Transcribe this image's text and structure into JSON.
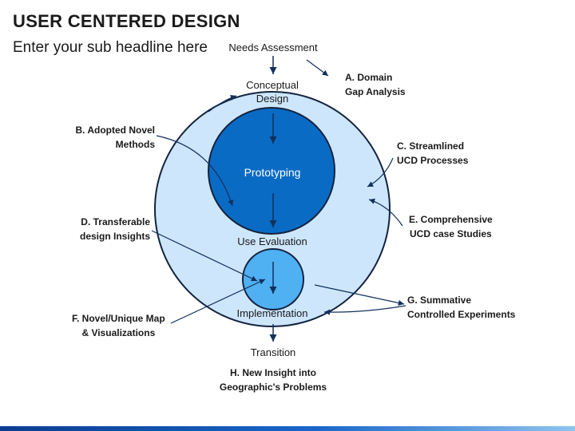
{
  "header": {
    "title": "USER CENTERED DESIGN",
    "subtitle": "Enter your sub headline here"
  },
  "colors": {
    "outer_circle": "#cde6fb",
    "middle_circle": "#0a6bc4",
    "inner_circle": "#4fb0f2",
    "outline": "#14233f",
    "arrow": "#13305c"
  },
  "stages": {
    "needs_assessment": "Needs Assessment",
    "conceptual_design": [
      "Conceptual",
      "Design"
    ],
    "prototyping": "Prototyping",
    "use_evaluation": "Use Evaluation",
    "implementation": "Implementation",
    "transition": "Transition"
  },
  "items": {
    "a": [
      "A. Domain",
      "Gap Analysis"
    ],
    "b": [
      "B. Adopted Novel",
      "Methods"
    ],
    "c": [
      "C. Streamlined",
      "UCD Processes"
    ],
    "d": [
      "D. Transferable",
      "design Insights"
    ],
    "e": [
      "E. Comprehensive",
      "UCD case Studies"
    ],
    "f": [
      "F. Novel/Unique Map",
      "& Visualizations"
    ],
    "g": [
      "G. Summative",
      "Controlled Experiments"
    ],
    "h": [
      "H. New Insight into",
      "Geographic's Problems"
    ]
  }
}
